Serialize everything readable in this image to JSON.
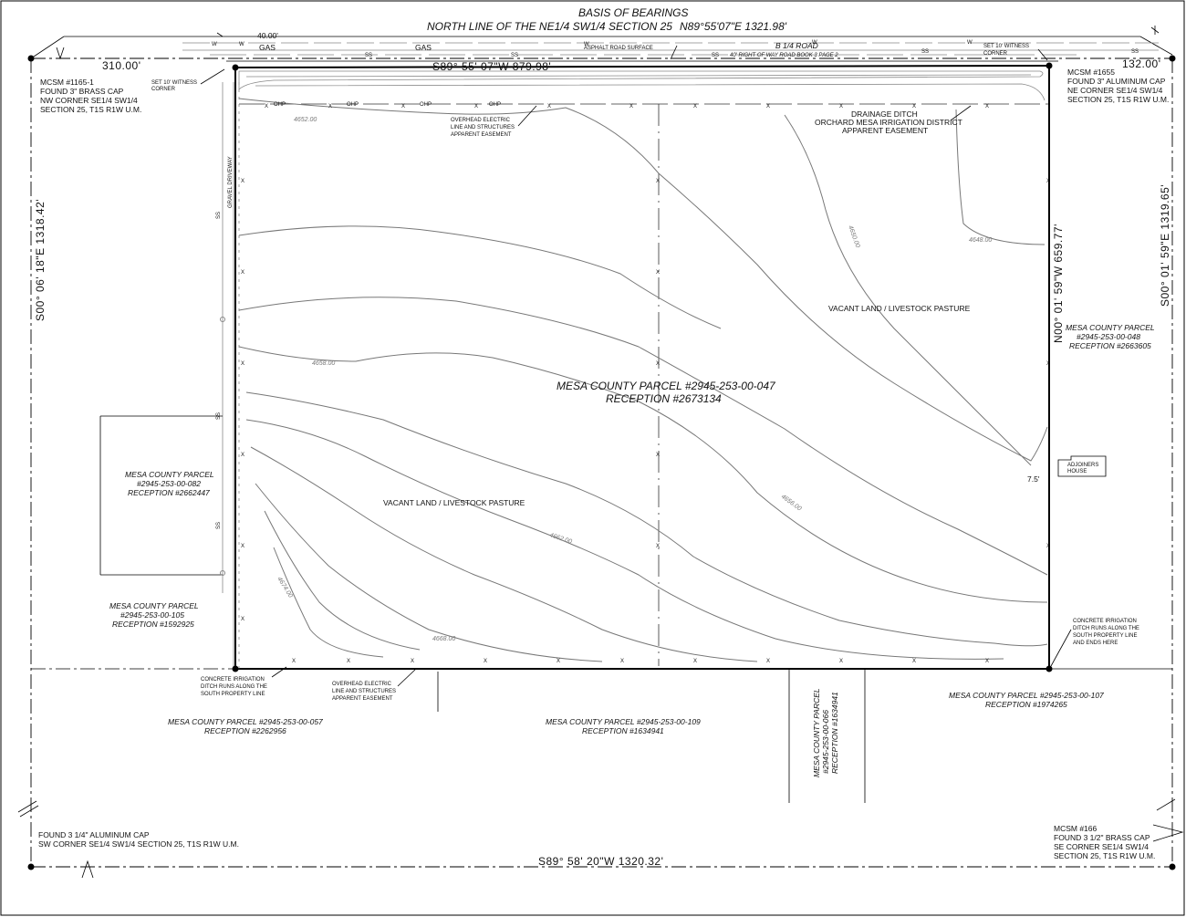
{
  "header": {
    "basis_title": "BASIS OF BEARINGS",
    "basis_line": "NORTH LINE OF THE NE1/4 SW1/4 SECTION 25",
    "basis_bearing": "N89°55'07\"E   1321.98'"
  },
  "road": {
    "name": "B 1/4 ROAD",
    "row": "40' RIGHT OF WAY ROAD BOOK 3 PAGE 2",
    "surface": "ASPHALT ROAD SURFACE",
    "dim_40": "40.00'",
    "gas_1": "GAS",
    "gas_2": "GAS"
  },
  "north_line": {
    "left_dist": "310.00'",
    "bearing": "S89° 55' 07\"W   879.98'",
    "right_dist": "132.00'"
  },
  "witness": {
    "left": [
      "SET 10' WITNESS",
      "CORNER"
    ],
    "right": [
      "SET 10' WITNESS",
      "CORNER"
    ]
  },
  "monuments": {
    "nw": [
      "MCSM #1165-1",
      "FOUND 3\" BRASS CAP",
      "NW CORNER SE1/4 SW1/4",
      "SECTION 25, T1S R1W U.M."
    ],
    "ne": [
      "MCSM #1655",
      "FOUND 3\" ALUMINUM CAP",
      "NE CORNER SE1/4 SW1/4",
      "SECTION 25, T1S R1W U.M."
    ],
    "sw": [
      "FOUND 3 1/4\" ALUMINUM CAP",
      "SW CORNER SE1/4 SW1/4 SECTION 25, T1S R1W U.M."
    ],
    "se": [
      "MCSM #166",
      "FOUND 3 1/2\" BRASS CAP",
      "SE CORNER SE1/4 SW1/4",
      "SECTION 25, T1S R1W U.M."
    ]
  },
  "side_bearings": {
    "west": "S00° 06' 18\"E   1318.42'",
    "east_outer": "S00° 01' 59\"E   1319.65'",
    "east_inner": "N00° 01' 59\"W   659.77'"
  },
  "south_line": {
    "bearing": "S89° 58' 20\"W   1320.32'"
  },
  "easements": {
    "overhead_n": [
      "OVERHEAD ELECTRIC",
      "LINE AND STRUCTURES",
      "APPARENT EASEMENT"
    ],
    "drainage": [
      "DRAINAGE DITCH",
      "ORCHARD MESA IRRIGATION DISTRICT",
      "APPARENT EASEMENT"
    ],
    "overhead_s": [
      "OVERHEAD ELECTRIC",
      "LINE AND STRUCTURES",
      "APPARENT EASEMENT"
    ],
    "ditch_sw": [
      "CONCRETE IRRIGATION",
      "DITCH RUNS ALONG THE",
      "SOUTH PROPERTY LINE"
    ],
    "ditch_se": [
      "CONCRETE IRRIGATION",
      "DITCH RUNS ALONG THE",
      "SOUTH PROPERTY LINE",
      "AND ENDS HERE"
    ]
  },
  "driveway": "GRAVEL DRIVEWAY",
  "pasture": "VACANT LAND / LIVESTOCK PASTURE",
  "subject": {
    "parcel": "MESA COUNTY PARCEL #2945-253-00-047",
    "reception": "RECEPTION #2673134"
  },
  "adjoiners": {
    "house": [
      "ADJOINERS",
      "HOUSE"
    ],
    "offset": "7.5'",
    "p082": [
      "MESA COUNTY PARCEL",
      "#2945-253-00-082",
      "RECEPTION #2662447"
    ],
    "p105": [
      "MESA COUNTY PARCEL",
      "#2945-253-00-105",
      "RECEPTION #1592925"
    ],
    "p048": [
      "MESA COUNTY PARCEL",
      "#2945-253-00-048",
      "RECEPTION #2663605"
    ],
    "p057": [
      "MESA COUNTY PARCEL #2945-253-00-057",
      "RECEPTION #2262956"
    ],
    "p109": [
      "MESA COUNTY PARCEL #2945-253-00-109",
      "RECEPTION #1634941"
    ],
    "p066": [
      "MESA COUNTY PARCEL",
      "#2945-253-00-066",
      "RECEPTION #1634941"
    ],
    "p107": [
      "MESA COUNTY PARCEL #2945-253-00-107",
      "RECEPTION #1974265"
    ]
  },
  "contours": [
    "4652.00",
    "4650.00",
    "4648.00",
    "4658.00",
    "4656.00",
    "4662.00",
    "4674.00",
    "4668.00"
  ],
  "utility": {
    "water": "W",
    "sewer": "SS",
    "overhead": "OHP",
    "fence": "X"
  }
}
